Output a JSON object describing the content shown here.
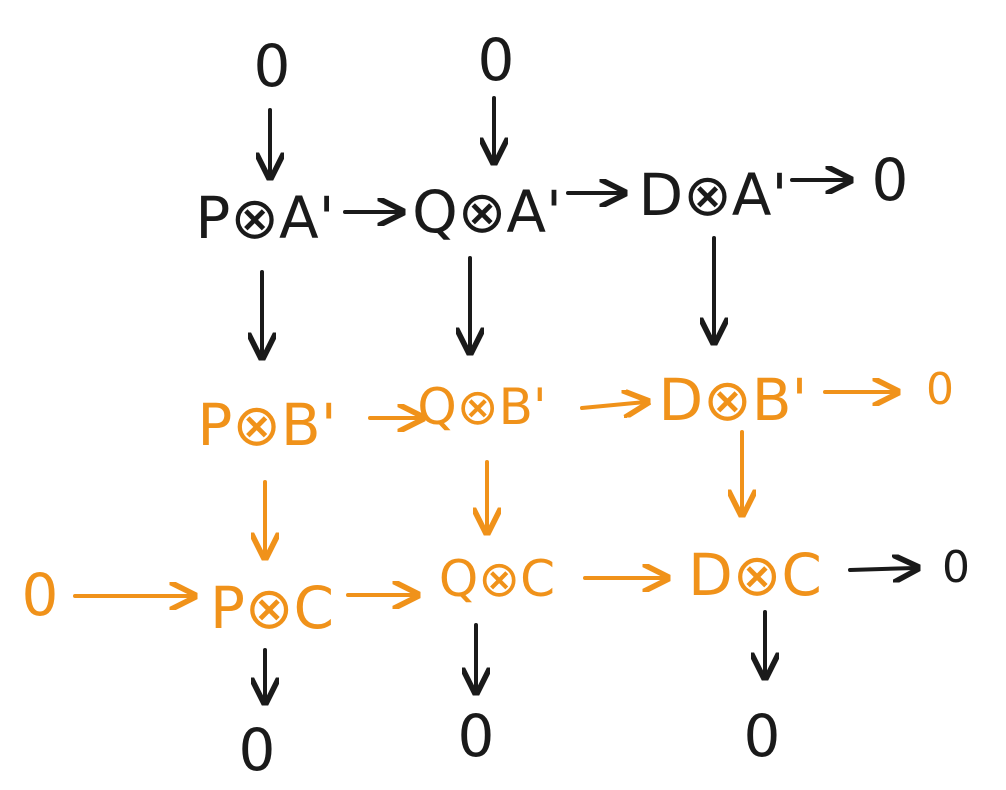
{
  "colors": {
    "black": "#1a1a1a",
    "orange": "#f0921a"
  },
  "top_zeros": {
    "left": "0",
    "right": "0"
  },
  "row_a": {
    "p": "P⊗A'",
    "q": "Q⊗A'",
    "d": "D⊗A'",
    "zero": "0"
  },
  "row_b": {
    "p": "P⊗B'",
    "q": "Q⊗B'",
    "d": "D⊗B'",
    "zero": "0"
  },
  "row_c": {
    "zero_left": "0",
    "p": "P⊗C",
    "q": "Q⊗C",
    "d": "D⊗C",
    "zero_right": "0"
  },
  "bottom_zeros": {
    "left": "0",
    "mid": "0",
    "right": "0"
  }
}
